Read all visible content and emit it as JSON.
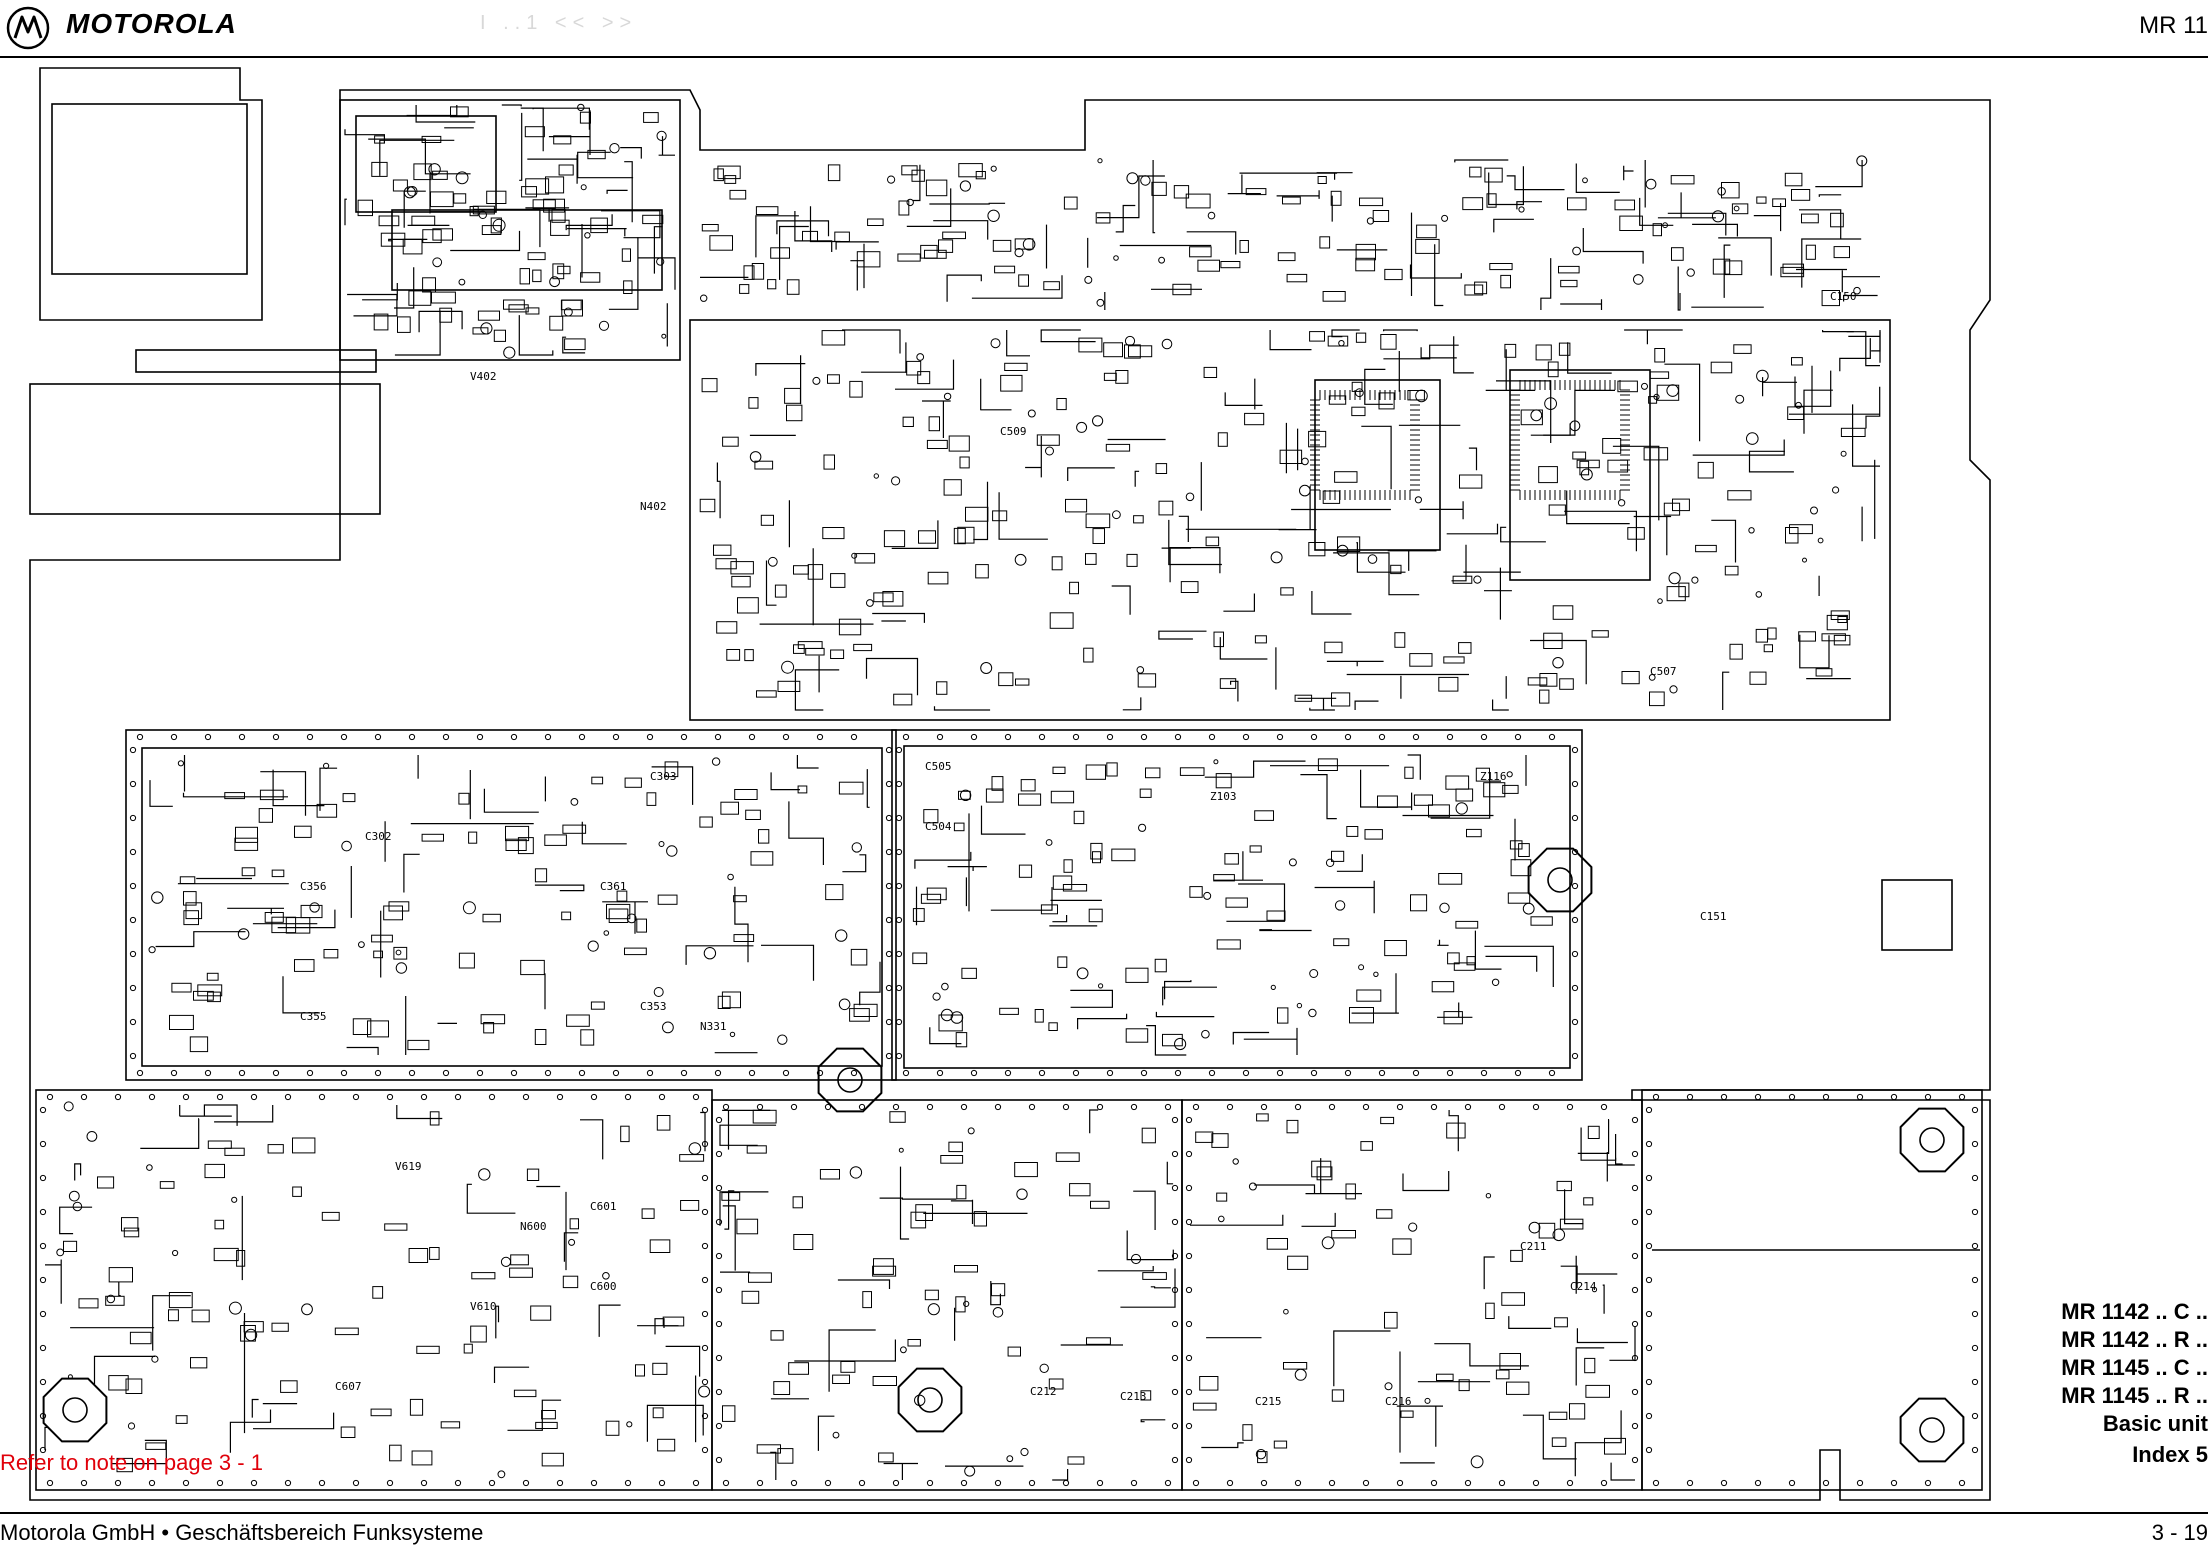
{
  "header": {
    "brand": "MOTOROLA",
    "model": "MR 11",
    "nav_hint": "I ..1 << >>"
  },
  "pcb_labels": [
    "C302",
    "C356",
    "C355",
    "C303",
    "C353",
    "C361",
    "N331",
    "N402",
    "V619",
    "N600",
    "C601",
    "C600",
    "C607",
    "C212",
    "C213",
    "C215",
    "C216",
    "C505",
    "C504",
    "C507",
    "Z103",
    "Z116",
    "C509",
    "C150",
    "C151",
    "V610",
    "V402",
    "C211",
    "C214"
  ],
  "variants": [
    "MR 1142 .. C ..",
    "MR 1142 .. R ..",
    "MR 1145 .. C ..",
    "MR 1145 .. R ..",
    "Basic unit"
  ],
  "index": "Index 5",
  "note": "Refer to note on page 3 - 1",
  "footer": {
    "left": "Motorola GmbH • Geschäftsbereich Funksysteme",
    "right": "3 - 19"
  },
  "colors": {
    "note": "#e0000a",
    "ink": "#000000"
  }
}
